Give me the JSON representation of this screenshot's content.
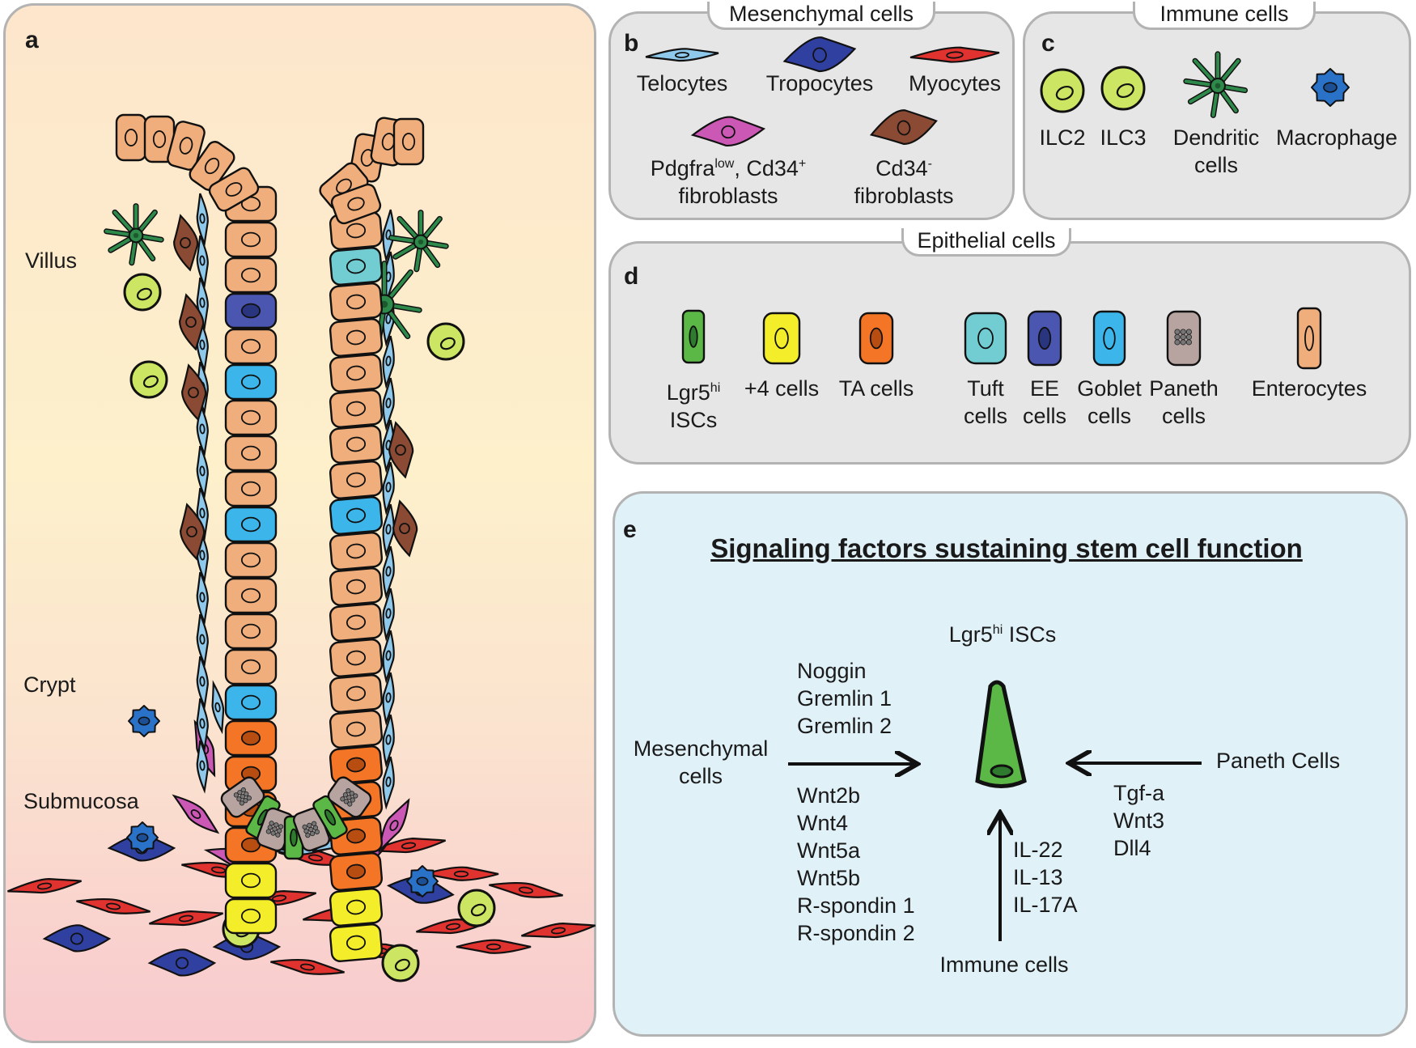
{
  "panel_a": {
    "label": "a",
    "regions": {
      "villus": "Villus",
      "crypt": "Crypt",
      "submucosa": "Submucosa"
    }
  },
  "panel_b": {
    "label": "b",
    "tab": "Mesenchymal cells",
    "items": {
      "telocytes": "Telocytes",
      "tropocytes": "Tropocytes",
      "myocytes": "Myocytes",
      "pdgfra_base": "Pdgfra",
      "pdgfra_sup": "low",
      "pdgfra_cd34": ", Cd34",
      "pdgfra_cd34_sup": "+",
      "pdgfra_line2": "fibroblasts",
      "cd34neg_base": "Cd34",
      "cd34neg_sup": "-",
      "cd34neg_line2": "fibroblasts"
    }
  },
  "panel_c": {
    "label": "c",
    "tab": "Immune cells",
    "items": {
      "ilc2": "ILC2",
      "ilc3": "ILC3",
      "dendritic": "Dendritic\ncells",
      "macrophage": "Macrophage"
    }
  },
  "panel_d": {
    "label": "d",
    "tab": "Epithelial cells",
    "items": {
      "lgr5_base": "Lgr5",
      "lgr5_sup": "hi",
      "lgr5_line2": "ISCs",
      "plus4": "+4 cells",
      "ta": "TA cells",
      "tuft": "Tuft\ncells",
      "ee": "EE\ncells",
      "goblet": "Goblet\ncells",
      "paneth": "Paneth\ncells",
      "enterocytes": "Enterocytes"
    }
  },
  "panel_e": {
    "label": "e",
    "title": "Signaling factors sustaining stem cell function",
    "center_base": "Lgr5",
    "center_sup": "hi",
    "center_rest": " ISCs",
    "mesenchymal": "Mesenchymal\ncells",
    "mesenchymal_bmp": "Noggin\nGremlin 1\nGremlin 2",
    "mesenchymal_wnt": "Wnt2b\nWnt4\nWnt5a\nWnt5b\nR-spondin 1\nR-spondin 2",
    "paneth": "Paneth Cells",
    "paneth_factors": "Tgf-a\nWnt3\nDll4",
    "immune": "Immune cells",
    "immune_factors": "IL-22\nIL-13\nIL-17A"
  },
  "colors": {
    "enterocyte": "#efae7b",
    "goblet": "#3cb6ea",
    "ee": "#4a56b0",
    "tuft": "#72cdd2",
    "ta": "#f47525",
    "plus4": "#f4ee2a",
    "lgr5": "#5cb846",
    "paneth": "#b7a4a1",
    "telocyte": "#8ec9ec",
    "tropocyte": "#3040a0",
    "myocyte": "#e0322e",
    "pdgfra_fibroblast": "#cc58b5",
    "cd34neg_fibroblast": "#8a4a33",
    "ilc": "#cce562",
    "dendritic": "#2e8a4a",
    "macrophage": "#2a72c8"
  }
}
